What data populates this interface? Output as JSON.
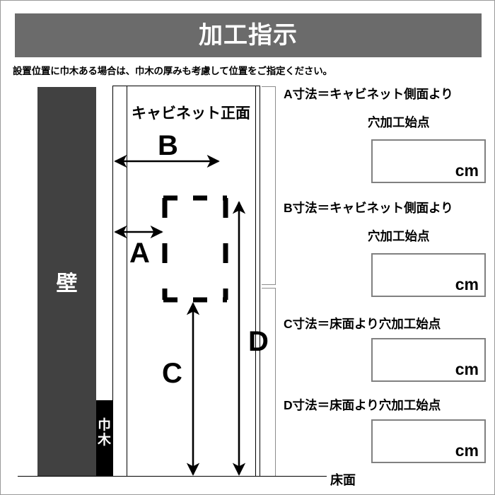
{
  "header": {
    "title": "加工指示",
    "bar_color": "#6b6b6b"
  },
  "subtitle": "設置位置に巾木ある場合は、巾木の厚みも考慮して位置をご指定ください。",
  "diagram": {
    "wall_label": "壁",
    "wall_color": "#414141",
    "baseboard_label": "巾木",
    "baseboard_color": "#000000",
    "cabinet_front_label": "キャビネット正面",
    "floor_label": "床面",
    "dimension_letters": {
      "a": "A",
      "b": "B",
      "c": "C",
      "d": "D"
    }
  },
  "fields": [
    {
      "id": "a",
      "label_line1": "A寸法＝キャビネット側面より",
      "label_line2": "穴加工始点",
      "value": "",
      "unit": "cm"
    },
    {
      "id": "b",
      "label_line1": "B寸法＝キャビネット側面より",
      "label_line2": "穴加工始点",
      "value": "",
      "unit": "cm"
    },
    {
      "id": "c",
      "label_line1": "C寸法＝床面より穴加工始点",
      "label_line2": "",
      "value": "",
      "unit": "cm"
    },
    {
      "id": "d",
      "label_line1": "D寸法＝床面より穴加工始点",
      "label_line2": "",
      "value": "",
      "unit": "cm"
    }
  ]
}
